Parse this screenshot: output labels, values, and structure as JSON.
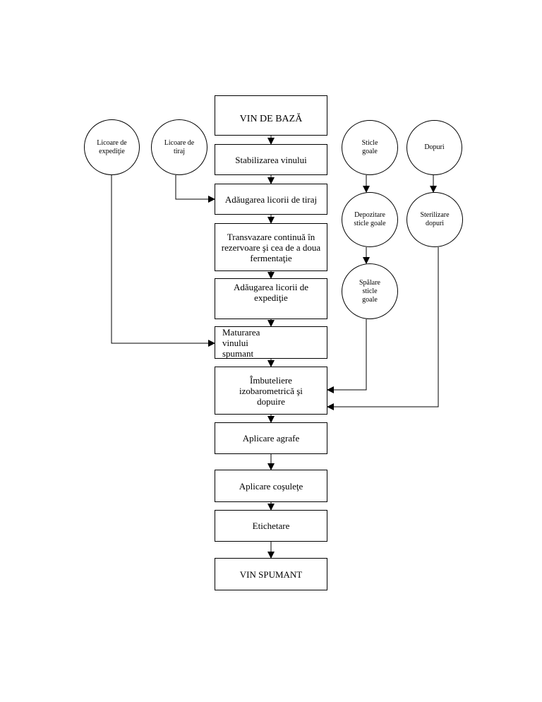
{
  "boxes": {
    "vin_de_baza": "VIN DE BAZĂ",
    "stabilizare": "Stabilizarea vinului",
    "licori_tiraj": "Adăugarea licorii de tiraj",
    "transvazare": "Transvazare continuă în rezervoare şi cea de a doua fermentaţie",
    "licori_expeditie": "Adăugarea licorii de expediţie",
    "maturare": "Maturarea vinului spumant",
    "imbuteliere": "Îmbuteliere izobarometrică şi dopuire",
    "agrafe": "Aplicare agrafe",
    "cosulete": "Aplicare coşuleţe",
    "etichetare": "Etichetare",
    "vin_spumant": "VIN SPUMANT"
  },
  "circles": {
    "licoare_expeditie": "Licoare de expediţie",
    "licoare_tiraj": "Licoare de tiraj",
    "sticle_goale": "Sticle goale",
    "dopuri": "Dopuri",
    "depozitare": "Depozitare sticle goale",
    "sterilizare": "Sterilizare dopuri",
    "spalare": "Spălare sticle goale"
  }
}
